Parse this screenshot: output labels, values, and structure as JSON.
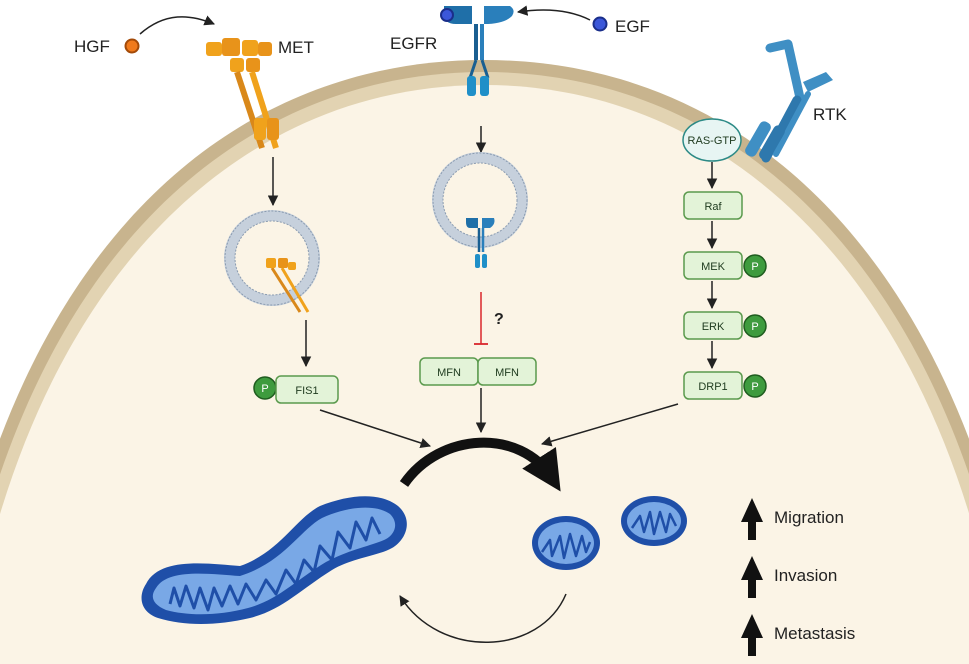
{
  "ligands": {
    "hgf": "HGF",
    "egf": "EGF"
  },
  "receptors": {
    "met": "MET",
    "egfr": "EGFR",
    "rtk": "RTK"
  },
  "boxes": {
    "ras_gtp": "RAS-GTP",
    "raf": "Raf",
    "mek": "MEK",
    "erk": "ERK",
    "drp1": "DRP1",
    "fis1": "FIS1",
    "mfn_left": "MFN",
    "mfn_right": "MFN"
  },
  "phospho_label": "P",
  "question_mark": "?",
  "effects": [
    {
      "label": "Migration"
    },
    {
      "label": "Invasion"
    },
    {
      "label": "Metastasis"
    }
  ],
  "colors": {
    "cytoplasm": "#fbf4e6",
    "membrane": "#c8b48e",
    "met_orange": "#f0a21c",
    "egfr_blue": "#1f6fa8",
    "rtk_blue": "#3f8fc4",
    "box_green": "#e3f3d8",
    "box_border": "#5b9a4d",
    "phospho_green": "#3e9b3e",
    "mito_dark": "#1f4fa8",
    "mito_light": "#79a8e6",
    "inhibit_red": "#d9262c"
  }
}
